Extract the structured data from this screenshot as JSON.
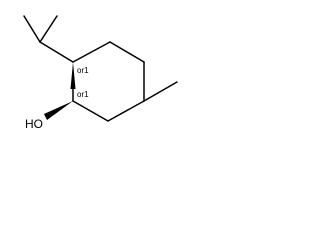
{
  "molecule": {
    "atoms": {
      "hydroxyl": "HO"
    },
    "stereo_labels": {
      "upper_center": "or1",
      "lower_center": "or1"
    }
  }
}
